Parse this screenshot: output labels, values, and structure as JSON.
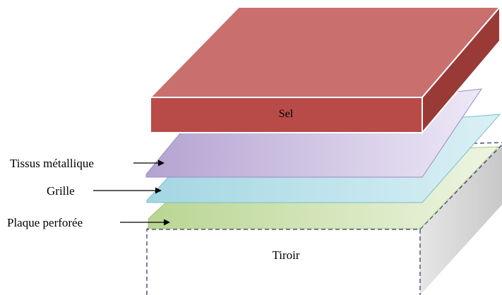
{
  "labels": {
    "sel": "Sel",
    "tissus": "Tissus métallique",
    "grille": "Grille",
    "plaque": "Plaque perforée",
    "tiroir": "Tiroir"
  },
  "colors": {
    "sel_top": "#C9706F",
    "sel_front": "#B84B47",
    "sel_side": "#9A3A37",
    "tissus": "#C3B6DC",
    "grille": "#A9D9E4",
    "plaque": "#C5DBA8",
    "tiroir_side": "#D8D8D8",
    "tiroir_edge": "#4A4478"
  }
}
